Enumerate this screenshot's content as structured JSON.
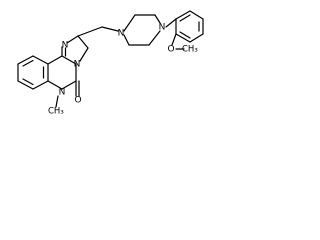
{
  "molecule": {
    "atom_labels": {
      "n_imine": "N",
      "n_bridge": "N",
      "n_methyl": "N",
      "methyl": "CH₃",
      "carbonyl_o": "O",
      "pip_n_left": "N",
      "pip_n_right": "N",
      "methoxy": "O",
      "methoxy_methyl": "CH₃"
    }
  }
}
